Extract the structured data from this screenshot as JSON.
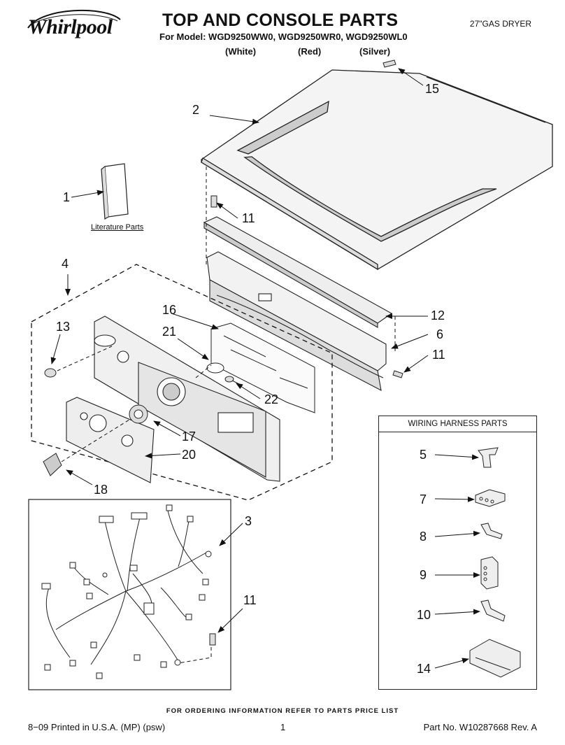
{
  "header": {
    "brand": "Whirlpool",
    "title": "TOP AND CONSOLE PARTS",
    "subtitle": "For Model: WGD9250WW0, WGD9250WR0, WGD9250WL0",
    "colors": [
      "(White)",
      "(Red)",
      "(Silver)"
    ],
    "product_type": "27\"GAS DRYER"
  },
  "callouts": {
    "c1": "1",
    "c2": "2",
    "c3": "3",
    "c4": "4",
    "c5": "5",
    "c6": "6",
    "c7": "7",
    "c8": "8",
    "c9": "9",
    "c10": "10",
    "c11a": "11",
    "c11b": "11",
    "c11c": "11",
    "c12": "12",
    "c13": "13",
    "c14": "14",
    "c15": "15",
    "c16": "16",
    "c17": "17",
    "c18": "18",
    "c20": "20",
    "c21": "21",
    "c22": "22"
  },
  "literature_label": "Literature Parts",
  "harness_box_title": "WIRING HARNESS PARTS",
  "footer": {
    "note": "FOR ORDERING INFORMATION REFER TO PARTS PRICE LIST",
    "printed": "8−09 Printed in U.S.A. (MP) (psw)",
    "page": "1",
    "part_no": "Part No. W10287668 Rev. A"
  }
}
